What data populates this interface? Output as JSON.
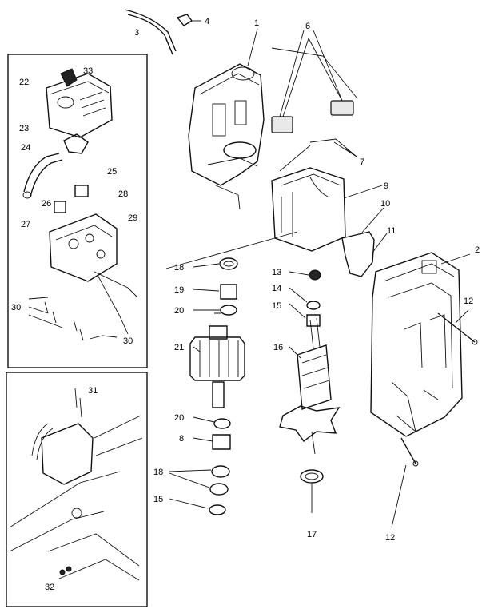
{
  "callouts": {
    "c1": "1",
    "c2": "2",
    "c3": "3",
    "c4": "4",
    "c6": "6",
    "c7": "7",
    "c9": "9",
    "c10": "10",
    "c11": "11",
    "c12a": "12",
    "c12b": "12",
    "c13": "13",
    "c14": "14",
    "c15a": "15",
    "c15b": "15",
    "c16": "16",
    "c17": "17",
    "c18a": "18",
    "c18b": "18",
    "c19": "19",
    "c20a": "20",
    "c20b": "20",
    "c21": "21",
    "c8": "8",
    "c22": "22",
    "c23": "23",
    "c24": "24",
    "c25": "25",
    "c26": "26",
    "c27": "27",
    "c28": "28",
    "c29": "29",
    "c30a": "30",
    "c30b": "30",
    "c31": "31",
    "c32": "32",
    "c33": "33"
  }
}
